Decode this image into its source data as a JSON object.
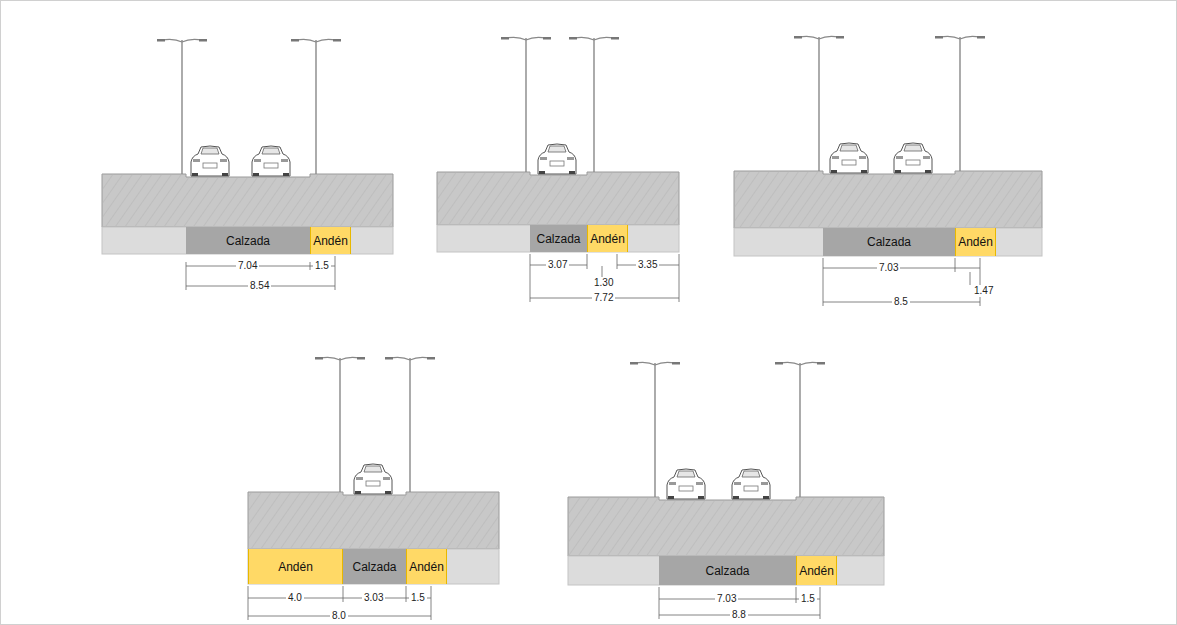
{
  "diagram": {
    "nodes": [
      {
        "text": [
          "Calzada"
        ]
      },
      {
        "text": [
          "Andén"
        ]
      },
      {
        "text": [
          "Calzada"
        ]
      },
      {
        "text": [
          "Andén"
        ]
      },
      {
        "text": [
          "Calzada"
        ]
      },
      {
        "text": [
          "Andén"
        ]
      },
      {
        "text": [
          "Andén"
        ]
      },
      {
        "text": [
          "Calzada"
        ]
      },
      {
        "text": [
          "Andén"
        ]
      },
      {
        "text": [
          "Calzada"
        ]
      },
      {
        "text": [
          "Andén"
        ]
      }
    ],
    "labels": [
      "7.04",
      "1.5",
      "8.54",
      "3.07",
      "3.35",
      "1.30",
      "7.72",
      "7.03",
      "1.47",
      "8.5",
      "4.0",
      "3.03",
      "1.5",
      "8.0",
      "7.03",
      "1.5",
      "8.8"
    ]
  }
}
